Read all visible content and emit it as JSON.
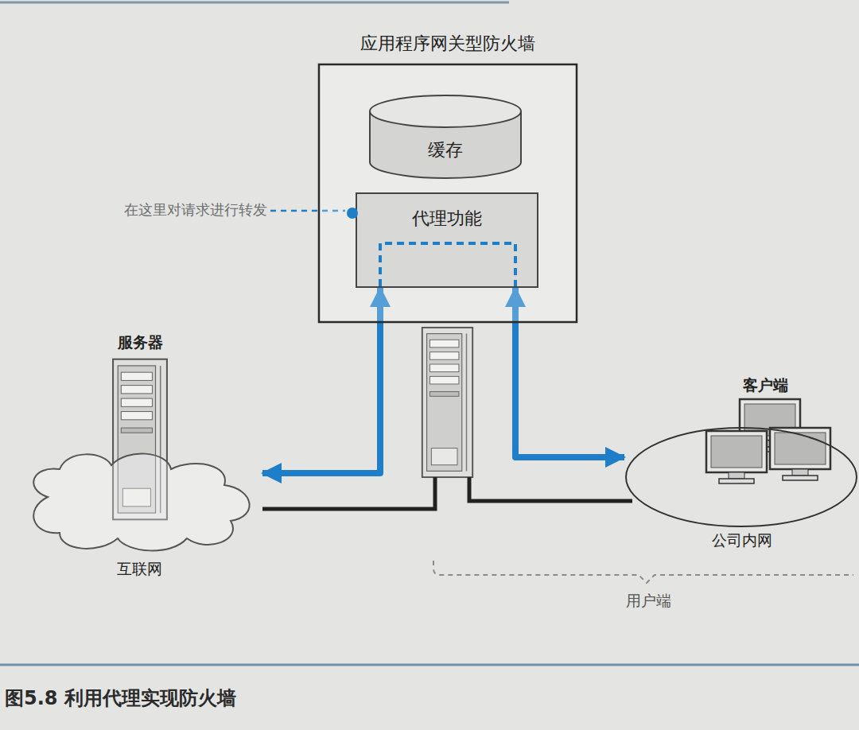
{
  "diagram": {
    "caption": "图5.8 利用代理实现防火墙",
    "nodes": [
      {
        "text": [
          "应用程序网关型防火墙"
        ]
      },
      {
        "text": [
          "缓存"
        ],
        "in": 0
      },
      {
        "text": [
          "代理功能"
        ],
        "in": 0
      },
      {
        "text": [
          "互联网"
        ]
      },
      {
        "text": [
          "公司内网"
        ]
      }
    ],
    "edges": [
      {
        "from": 2,
        "to": 3,
        "arrow": "both"
      },
      {
        "from": 2,
        "to": 4,
        "arrow": "both"
      }
    ],
    "labels": [
      "在这里对请求进行转发",
      "服务器",
      "客户端",
      "用户端"
    ]
  }
}
